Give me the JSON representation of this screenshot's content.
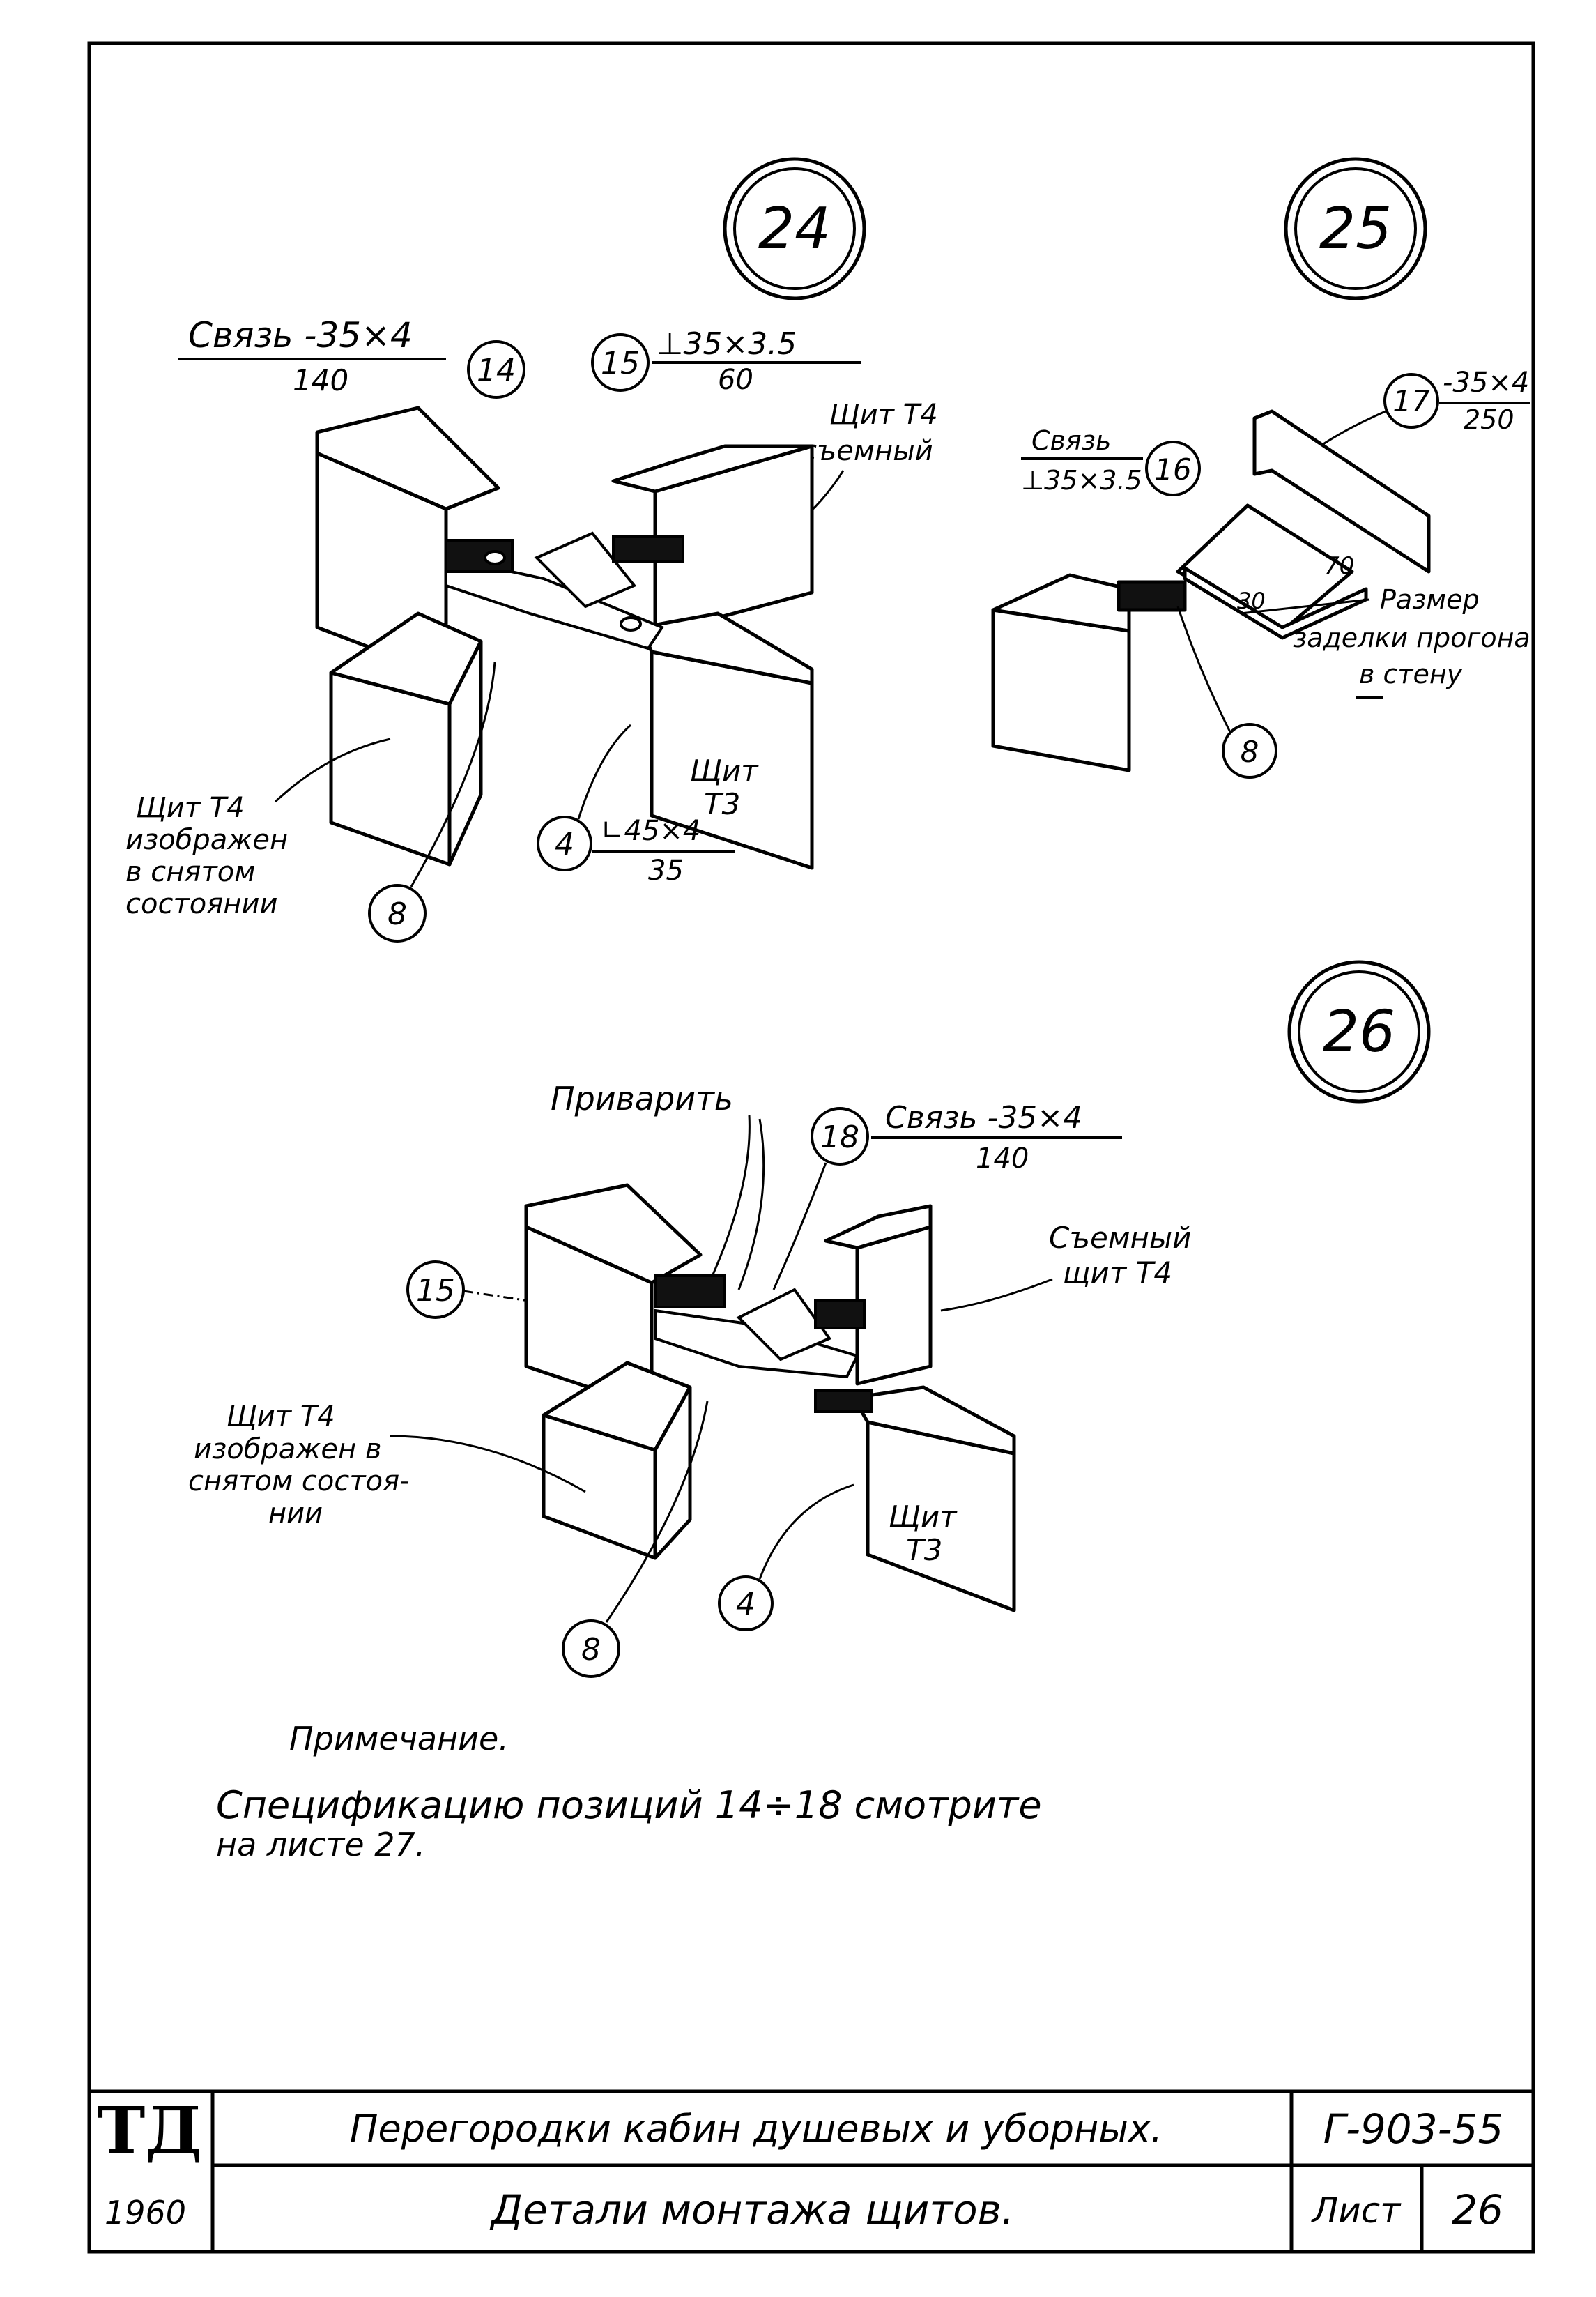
{
  "details": [
    {
      "number": "24"
    },
    {
      "number": "25"
    },
    {
      "number": "26"
    }
  ],
  "detail24": {
    "tie_label": "Связь -35×4",
    "tie_len": "140",
    "angle_label": "⊥35×3.5",
    "angle_len": "60",
    "pos14": "14",
    "pos15": "15",
    "pos8": "8",
    "pos4": "4",
    "angle4_label": "∟45×4",
    "angle4_len": "35",
    "removable_l1": "Щит Т4",
    "removable_l2": "съемный",
    "removed_l1": "Щит Т4",
    "removed_l2": "изображен",
    "removed_l3": "в снятом",
    "removed_l4": "состоянии",
    "panel_t3_l1": "Щит",
    "panel_t3_l2": "Т3"
  },
  "detail25": {
    "pos17": "17",
    "plate_label": "-35×4",
    "plate_len": "250",
    "tie_l1": "Связь",
    "tie_l2": "⊥35×3.5",
    "pos16": "16",
    "dim70": "70",
    "dim30": "30",
    "size_l1": "Размер",
    "size_l2": "заделки прогона",
    "size_l3": "в стену",
    "pos8": "8"
  },
  "detail26": {
    "weld": "Приварить",
    "pos18": "18",
    "tie_label": "Связь -35×4",
    "tie_len": "140",
    "pos15": "15",
    "removable_l1": "Съемный",
    "removable_l2": "щит Т4",
    "removed_l1": "Щит Т4",
    "removed_l2": "изображен в",
    "removed_l3": "снятом состоя-",
    "removed_l4": "нии",
    "panel_t3_l1": "Щит",
    "panel_t3_l2": "Т3",
    "pos8": "8",
    "pos4": "4"
  },
  "note": {
    "title": "Примечание.",
    "line1": "Спецификацию позиций 14÷18 смотрите",
    "line2": "на листе 27."
  },
  "title_block": {
    "org": "ТД",
    "year": "1960",
    "title1": "Перегородки кабин душевых и уборных.",
    "title2": "Детали монтажа щитов.",
    "code": "Г-903-55",
    "sheet_label": "Лист",
    "sheet_number": "26"
  }
}
